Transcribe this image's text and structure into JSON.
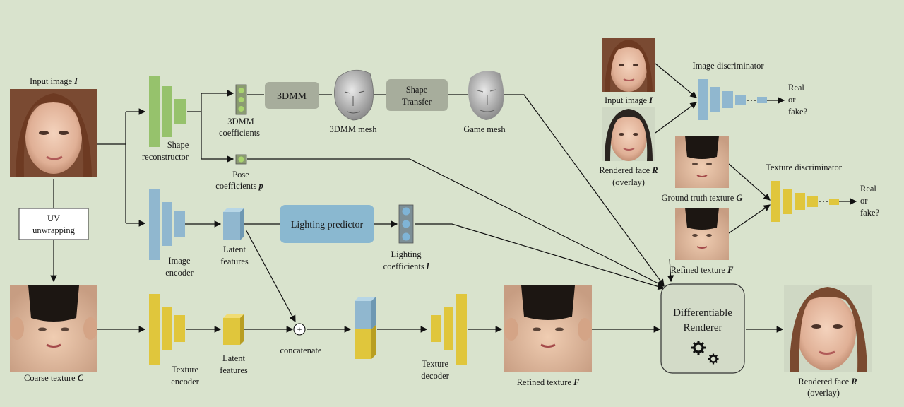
{
  "labels": {
    "input_image": "Input image",
    "input_image_sym": "I",
    "uv_1": "UV",
    "uv_2": "unwrapping",
    "coarse_texture": "Coarse texture",
    "coarse_texture_sym": "C",
    "shape_rec_1": "Shape",
    "shape_rec_2": "reconstructor",
    "coef_3dmm_1": "3DMM",
    "coef_3dmm_2": "coefficients",
    "pose_1": "Pose",
    "pose_2": "coefficients",
    "pose_sym": "p",
    "box_3dmm": "3DMM",
    "mesh_3dmm": "3DMM mesh",
    "shape_transfer_1": "Shape",
    "shape_transfer_2": "Transfer",
    "game_mesh": "Game mesh",
    "img_enc_1": "Image",
    "img_enc_2": "encoder",
    "latent_1": "Latent",
    "latent_2": "features",
    "lighting_predictor": "Lighting predictor",
    "lighting_coef_1": "Lighting",
    "lighting_coef_2": "coefficients",
    "lighting_coef_sym": "l",
    "tex_enc_1": "Texture",
    "tex_enc_2": "encoder",
    "plus": "+",
    "concatenate": "concatenate",
    "tex_dec_1": "Texture",
    "tex_dec_2": "decoder",
    "refined_texture": "Refined  texture",
    "refined_texture_sym": "F",
    "renderer_1": "Differentiable",
    "renderer_2": "Renderer",
    "rendered_face": "Rendered face",
    "rendered_face_sym": "R",
    "overlay": "(overlay)",
    "image_discriminator": "Image discriminator",
    "texture_discriminator": "Texture discriminator",
    "ground_truth": "Ground truth  texture",
    "ground_truth_sym": "G",
    "real": "Real",
    "or": "or",
    "fake": "fake?"
  },
  "colors": {
    "background": "#d9e3cd",
    "shape_network": "#96c26c",
    "image_network": "#90b7cf",
    "texture_network": "#e0c63c",
    "module_box": "#a7ad9c"
  }
}
